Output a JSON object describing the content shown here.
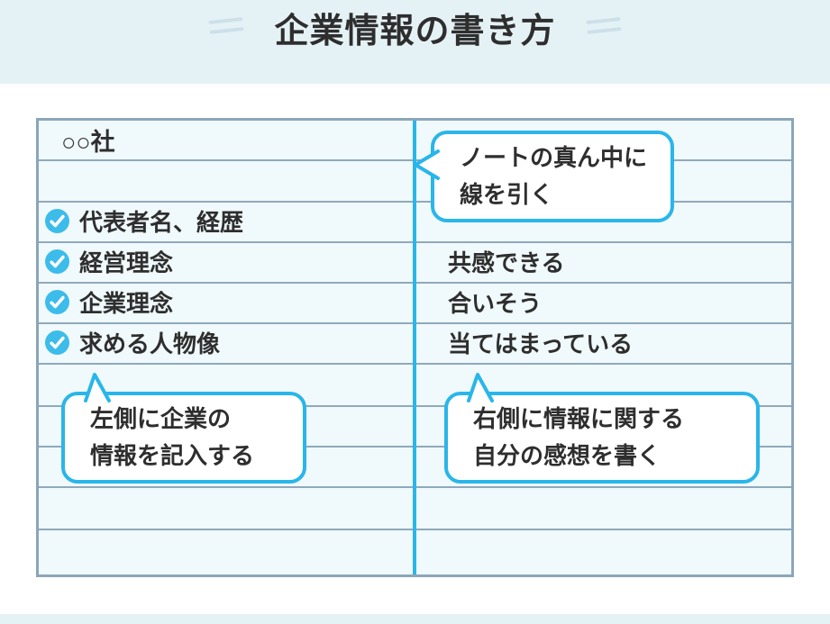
{
  "page": {
    "title": "企業情報の書き方"
  },
  "notebook": {
    "company_row": "○○社",
    "left_items": [
      {
        "label": "代表者名、経歴"
      },
      {
        "label": "経営理念"
      },
      {
        "label": "企業理念"
      },
      {
        "label": "求める人物像"
      }
    ],
    "right_items": [
      {
        "label": "共感できる"
      },
      {
        "label": "合いそう"
      },
      {
        "label": "当てはまっている"
      }
    ]
  },
  "callouts": {
    "center_line": {
      "line1": "ノートの真ん中に",
      "line2": "線を引く"
    },
    "left_column": {
      "line1": "左側に企業の",
      "line2": "情報を記入する"
    },
    "right_column": {
      "line1": "右側に情報に関する",
      "line2": "自分の感想を書く"
    }
  },
  "icons": {
    "check": "check-icon"
  },
  "colors": {
    "accent": "#29b6ea",
    "check": "#3cbcea",
    "rule": "#8fa9bc",
    "border": "#8ba6b9",
    "strip": "#e5f2f5",
    "notebook_bg": "#f0f9fb",
    "text": "#2e2e2e",
    "deco": "#cde0ea"
  }
}
